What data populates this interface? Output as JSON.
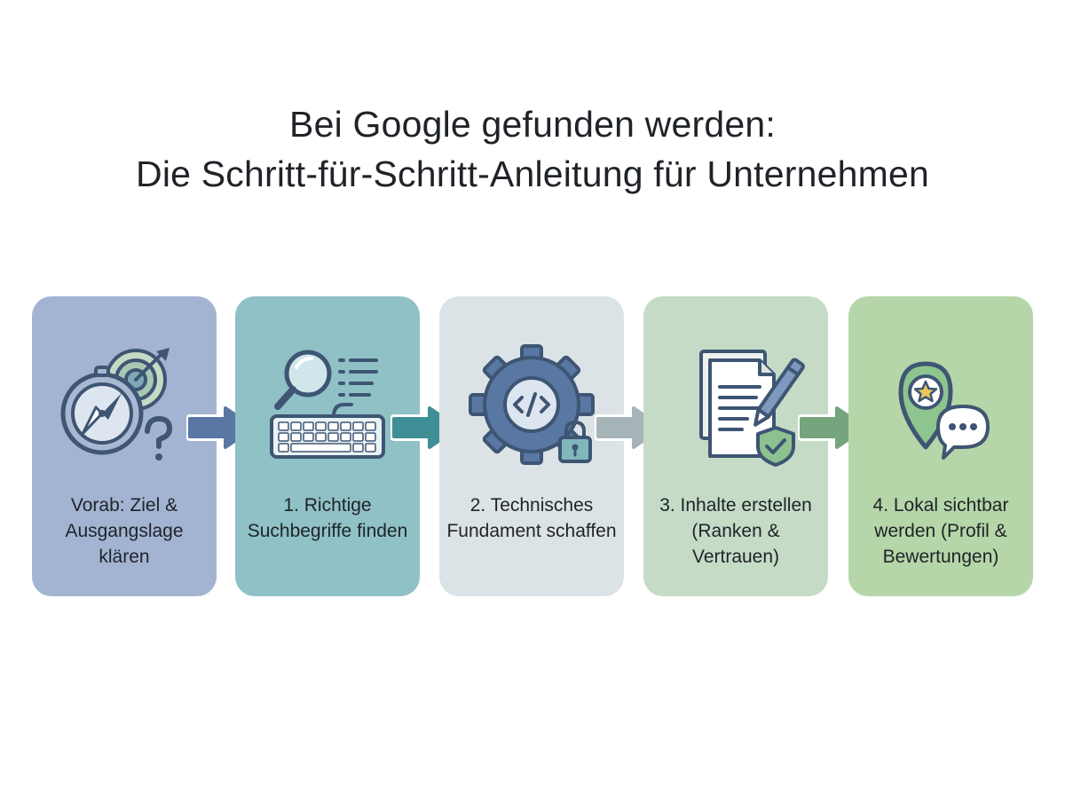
{
  "title": {
    "line1": "Bei Google gefunden werden:",
    "line2": "Die Schritt-für-Schritt-Anleitung für Unternehmen"
  },
  "steps": [
    {
      "label": "Vorab: Ziel & Ausgangslage klären",
      "icon": "compass-target-question-icon",
      "color": "#a3b4d2"
    },
    {
      "label": "1. Richtige Suchbegriffe finden",
      "icon": "magnifier-keyboard-icon",
      "color": "#8fc1c6"
    },
    {
      "label": "2. Technisches Fundament schaffen",
      "icon": "gear-code-lock-icon",
      "color": "#dce3e7"
    },
    {
      "label": "3. Inhalte erstellen (Ranken & Vertrauen)",
      "icon": "document-pen-shield-icon",
      "color": "#c5dbc6"
    },
    {
      "label": "4. Lokal sichtbar werden (Profil & Bewertungen)",
      "icon": "map-pin-chat-icon",
      "color": "#b5d6a8"
    }
  ],
  "arrows": [
    {
      "color": "#5877a3"
    },
    {
      "color": "#3f8f96"
    },
    {
      "color": "#a6b4b8"
    },
    {
      "color": "#74a57c"
    }
  ],
  "colors": {
    "icon_stroke": "#3e5573",
    "icon_fill_dark": "#5877a3",
    "icon_fill_teal": "#7fb7bc",
    "icon_fill_green": "#6ea57a",
    "star": "#e8c75a"
  }
}
